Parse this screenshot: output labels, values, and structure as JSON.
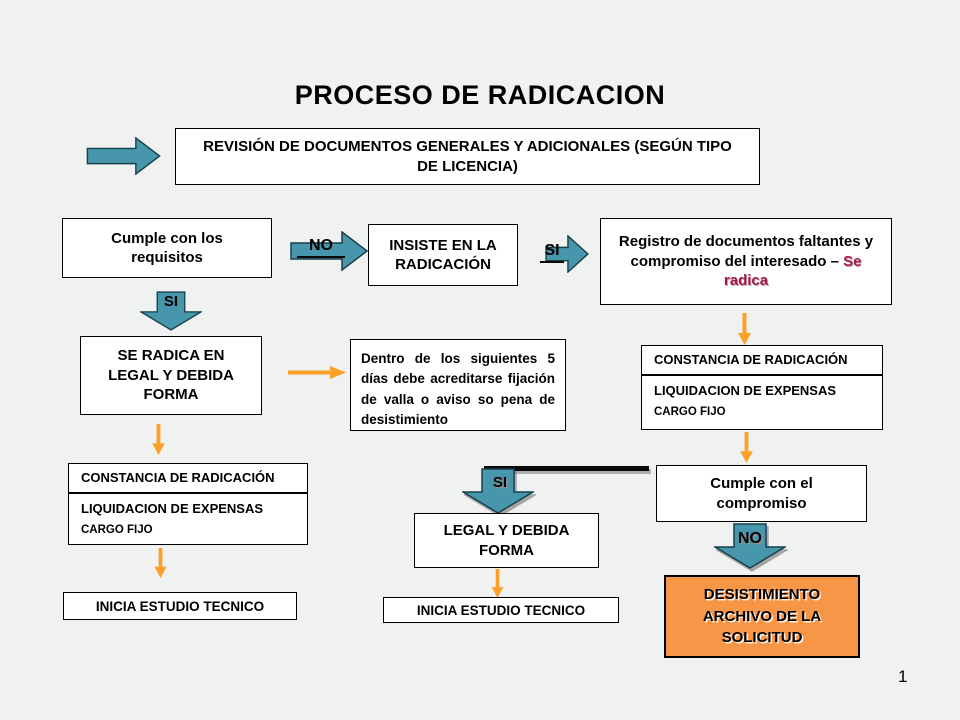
{
  "slide": {
    "title": "PROCESO DE RADICACION",
    "page_number": "1"
  },
  "flow": {
    "revision": "REVISIÓN DE DOCUMENTOS GENERALES Y ADICIONALES  (SEGÚN TIPO DE LICENCIA)",
    "cumple_requisitos": "Cumple con los requisitos",
    "no_label": "NO",
    "insiste": "INSISTE EN LA RADICACIÓN",
    "si_label": "SI",
    "registro_prefix": "Registro de documentos faltantes y compromiso del interesado – ",
    "registro_highlight": "Se radica",
    "si_down_left": "SI",
    "se_radica": "SE RADICA EN LEGAL Y DEBIDA FORMA",
    "plazo_nota": "Dentro de los siguientes 5 días debe acreditarse fijación de valla o aviso so pena de desistimiento",
    "constancia_right": "CONSTANCIA DE RADICACIÓN",
    "liquidacion_right": "LIQUIDACION DE EXPENSAS",
    "cargo_right": "CARGO FIJO",
    "cumple_compromiso": "Cumple con el compromiso",
    "si_down_mid": "SI",
    "legal_forma": "LEGAL Y DEBIDA FORMA",
    "inicia_mid": "INICIA ESTUDIO TECNICO",
    "constancia_left": "CONSTANCIA DE RADICACIÓN",
    "liquidacion_left": "LIQUIDACION DE EXPENSAS",
    "cargo_left": "CARGO FIJO",
    "inicia_left": "INICIA ESTUDIO TECNICO",
    "no_down": "NO",
    "desistimiento": "DESISTIMIENTO ARCHIVO DE LA SOLICITUD"
  },
  "colors": {
    "teal_arrow": "#4796AB",
    "teal_border": "#16404A",
    "orange_arrow": "#FCA028",
    "orange_box": "#F79646",
    "crimson_text": "#A21D49",
    "background": "#F0F1F1"
  }
}
